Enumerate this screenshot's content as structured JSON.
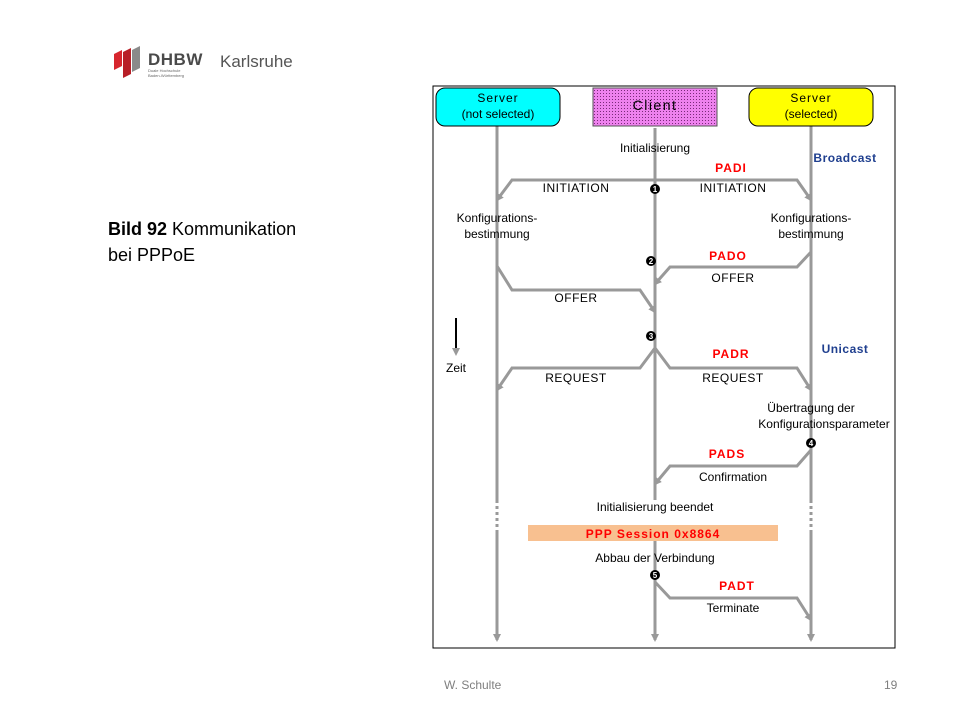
{
  "header": {
    "logo_name": "DHBW",
    "logo_subtitle_line1": "Duale Hochschule",
    "logo_subtitle_line2": "Baden-Württemberg",
    "logo_city": "Karlsruhe"
  },
  "caption": {
    "bold": "Bild 92",
    "line1_rest": " Kommunikation",
    "line2": "bei PPPoE"
  },
  "footer": {
    "author": "W. Schulte",
    "page": "19"
  },
  "diagram": {
    "server_left": [
      "Server",
      "(not selected)"
    ],
    "client": "Client",
    "server_right": [
      "Server",
      "(selected)"
    ],
    "broadcast": "Broadcast",
    "unicast": "Unicast",
    "time_label": "Zeit",
    "init": "Initialisierung",
    "padi": "PADI",
    "initiation_left": "INITIATION",
    "initiation_right": "INITIATION",
    "config_left": [
      "Konfigurations-",
      "bestimmung"
    ],
    "config_right": [
      "Konfigurations-",
      "bestimmung"
    ],
    "pado": "PADO",
    "offer_right": "OFFER",
    "offer_left": "OFFER",
    "padr": "PADR",
    "request_left": "REQUEST",
    "request_right": "REQUEST",
    "transfer": [
      "Übertragung der",
      "Konfigurationsparameter"
    ],
    "pads": "PADS",
    "confirmation": "Confirmation",
    "init_done": "Initialisierung beendet",
    "session": "PPP Session 0x8864",
    "teardown": "Abbau der Verbindung",
    "padt": "PADT",
    "terminate": "Terminate",
    "step_markers": [
      "1",
      "2",
      "3",
      "4",
      "5"
    ],
    "colors": {
      "server_box": "#00ffff",
      "client_box": "#ee82ee",
      "selected_box": "#ffff00",
      "packet_label": "#ff0000",
      "mode_label": "#1f3f8f",
      "session_bar": "#f8c090",
      "lines": "#999999"
    }
  }
}
